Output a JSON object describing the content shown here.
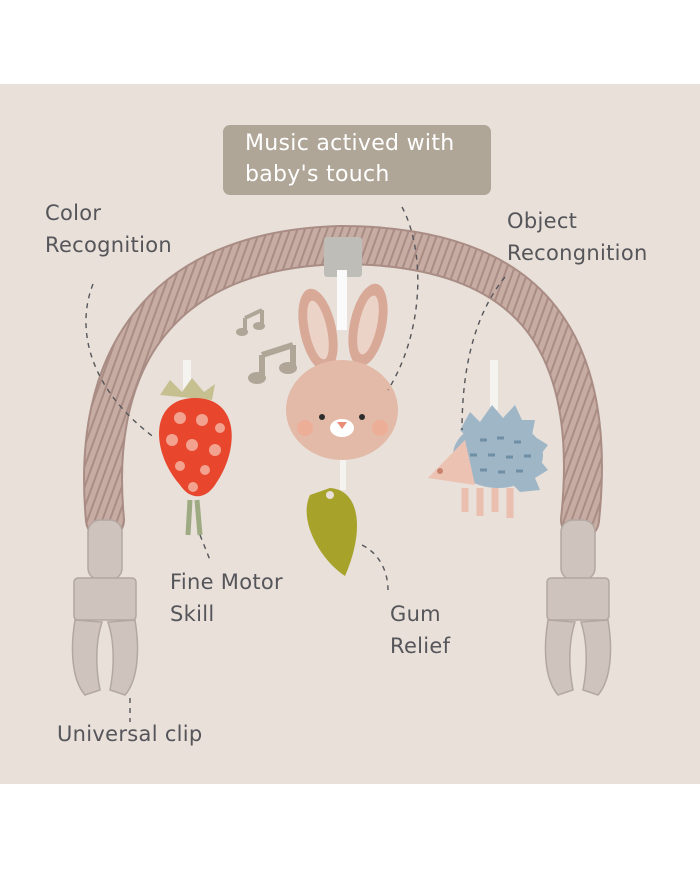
{
  "banner": {
    "text_line1": "Music actived with",
    "text_line2": "baby's touch",
    "background": "#b0a698"
  },
  "features": [
    {
      "id": "color",
      "line1": "Color",
      "line2": "Recognition"
    },
    {
      "id": "object",
      "line1": "Object",
      "line2": "Recongnition"
    },
    {
      "id": "motor",
      "line1": "Fine Motor",
      "line2": "Skill"
    },
    {
      "id": "gum",
      "line1": "Gum",
      "line2": "Relief"
    },
    {
      "id": "clip",
      "line1": "Universal clip",
      "line2": ""
    }
  ],
  "illustration": {
    "subject": "baby activity arch toy",
    "toys": [
      "strawberry-rattle",
      "bunny-music-box",
      "hedgehog-crinkle",
      "leaf-teether"
    ],
    "colors": {
      "background": "#e8e0d9",
      "arch": "#c4a8a0",
      "clip": "#cfc3be",
      "strawberry": "#e8472e",
      "bunny": "#e3b9a7",
      "hedgehog": "#9fb6c7",
      "teether": "#a6a22a",
      "label_text": "#55555a"
    }
  }
}
